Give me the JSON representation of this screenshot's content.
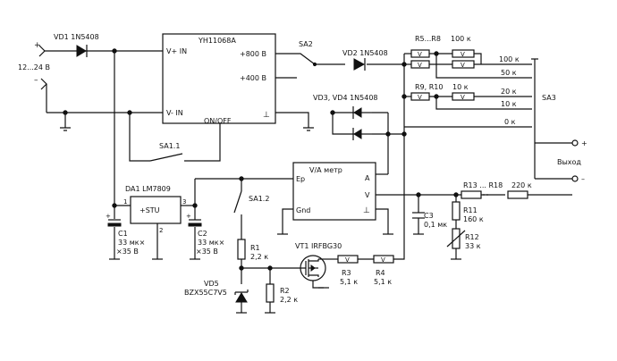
{
  "input": {
    "plus": "+",
    "minus": "–",
    "range": "12...24 В"
  },
  "vd1": {
    "label": "VD1 1N5408"
  },
  "converter": {
    "title": "YH11068A",
    "vplus": "V+ IN",
    "vminus": "V- IN",
    "out800": "+800 В",
    "out400": "+400 В",
    "onoff": "ON/OFF",
    "gnd": "⊥"
  },
  "sa2": {
    "label": "SA2"
  },
  "vd2": {
    "label": "VD2 1N5408"
  },
  "r5r8": {
    "label": "R5...R8",
    "value": "100 к"
  },
  "r9r10": {
    "label": "R9, R10",
    "value": "10 к"
  },
  "taps": {
    "t100k": "100 к",
    "t50k": "50 к",
    "t20k": "20 к",
    "t10k": "10 к",
    "t0k": "0 к"
  },
  "vd34": {
    "label": "VD3, VD4 1N5408"
  },
  "sa3": {
    "label": "SA3"
  },
  "output": {
    "label": "Выход",
    "plus": "+",
    "minus": "–"
  },
  "sa11": {
    "label": "SA1.1"
  },
  "meter": {
    "title": "V/A метр",
    "ep": "Ep",
    "gnd": "Gnd",
    "a": "A",
    "v": "V",
    "ground": "⊥"
  },
  "da1": {
    "label": "DA1 LM7809",
    "body": "+STU",
    "pin1": "1",
    "pin2": "2",
    "pin3": "3"
  },
  "sa12": {
    "label": "SA1.2"
  },
  "c1": {
    "label": "C1",
    "v1": "33 мк×",
    "v2": "×35 В"
  },
  "c2": {
    "label": "C2",
    "v1": "33 мк×",
    "v2": "×35 В"
  },
  "c3": {
    "label": "C3",
    "value": "0,1 мк"
  },
  "r1": {
    "label": "R1",
    "value": "2,2 к"
  },
  "r2": {
    "label": "R2",
    "value": "2,2 к"
  },
  "vd5": {
    "label": "VD5",
    "part": "BZX55C7V5"
  },
  "vt1": {
    "label": "VT1 IRFBG30"
  },
  "r3": {
    "label": "R3",
    "value": "5,1 к"
  },
  "r4": {
    "label": "R4",
    "value": "5,1 к"
  },
  "r13r18": {
    "label": "R13 ... R18",
    "value": "220 к"
  },
  "r11": {
    "label": "R11",
    "value": "160 к"
  },
  "r12": {
    "label": "R12",
    "value": "33 к"
  },
  "res_mark": "V"
}
